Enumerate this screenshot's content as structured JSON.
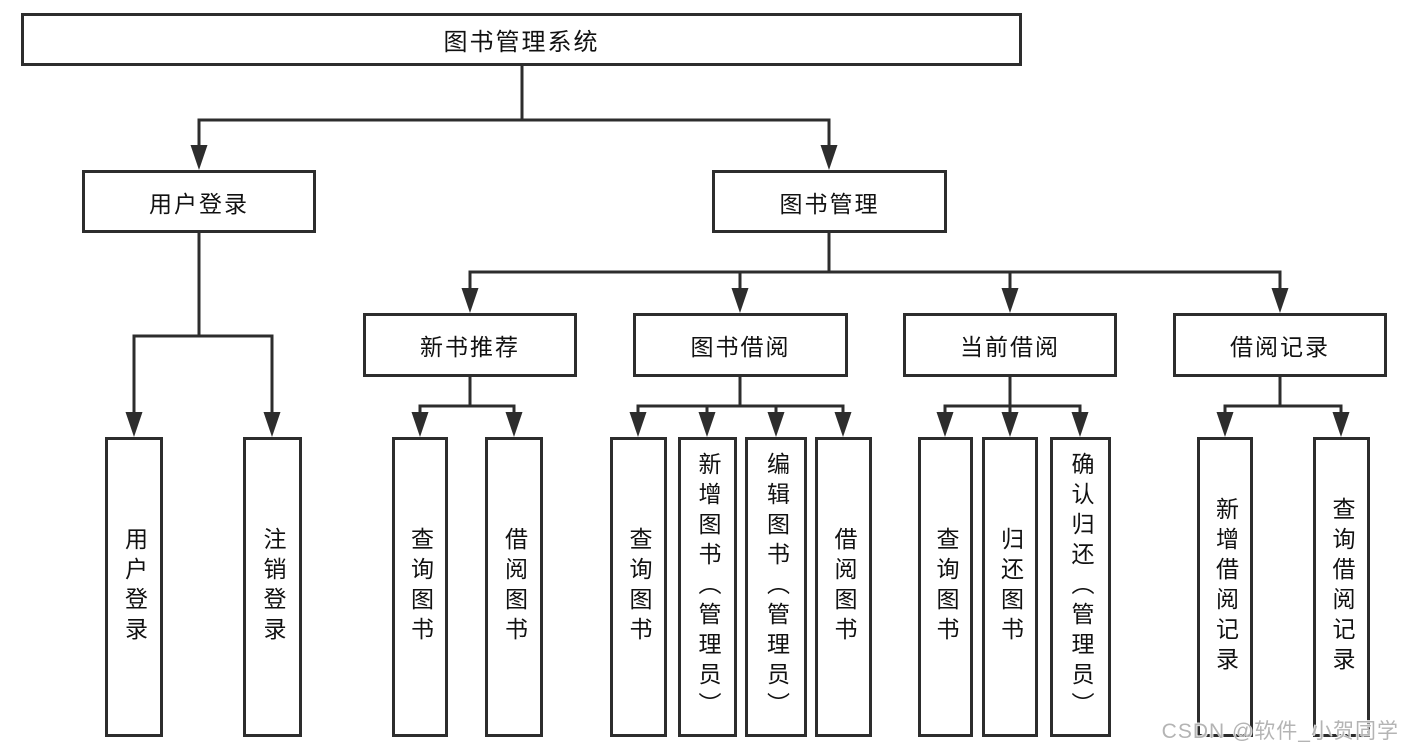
{
  "diagram": {
    "root": {
      "label": "图书管理系统"
    },
    "branches": [
      {
        "label": "用户登录",
        "children": [
          {
            "label": "用户登录"
          },
          {
            "label": "注销登录"
          }
        ]
      },
      {
        "label": "图书管理",
        "children": [
          {
            "label": "新书推荐",
            "children": [
              {
                "label": "查询图书"
              },
              {
                "label": "借阅图书"
              }
            ]
          },
          {
            "label": "图书借阅",
            "children": [
              {
                "label": "查询图书"
              },
              {
                "label": "新增图书（管理员）"
              },
              {
                "label": "编辑图书（管理员）"
              },
              {
                "label": "借阅图书"
              }
            ]
          },
          {
            "label": "当前借阅",
            "children": [
              {
                "label": "查询图书"
              },
              {
                "label": "归还图书"
              },
              {
                "label": "确认归还（管理员）"
              }
            ]
          },
          {
            "label": "借阅记录",
            "children": [
              {
                "label": "新增借阅记录"
              },
              {
                "label": "查询借阅记录"
              }
            ]
          }
        ]
      }
    ],
    "colors": {
      "line": "#2d2d2d",
      "border": "#2d2d2d",
      "text": "#111111",
      "background": "#ffffff"
    }
  },
  "watermark": {
    "text": "CSDN @软件_小贺同学",
    "color": "#b4b4b4"
  }
}
